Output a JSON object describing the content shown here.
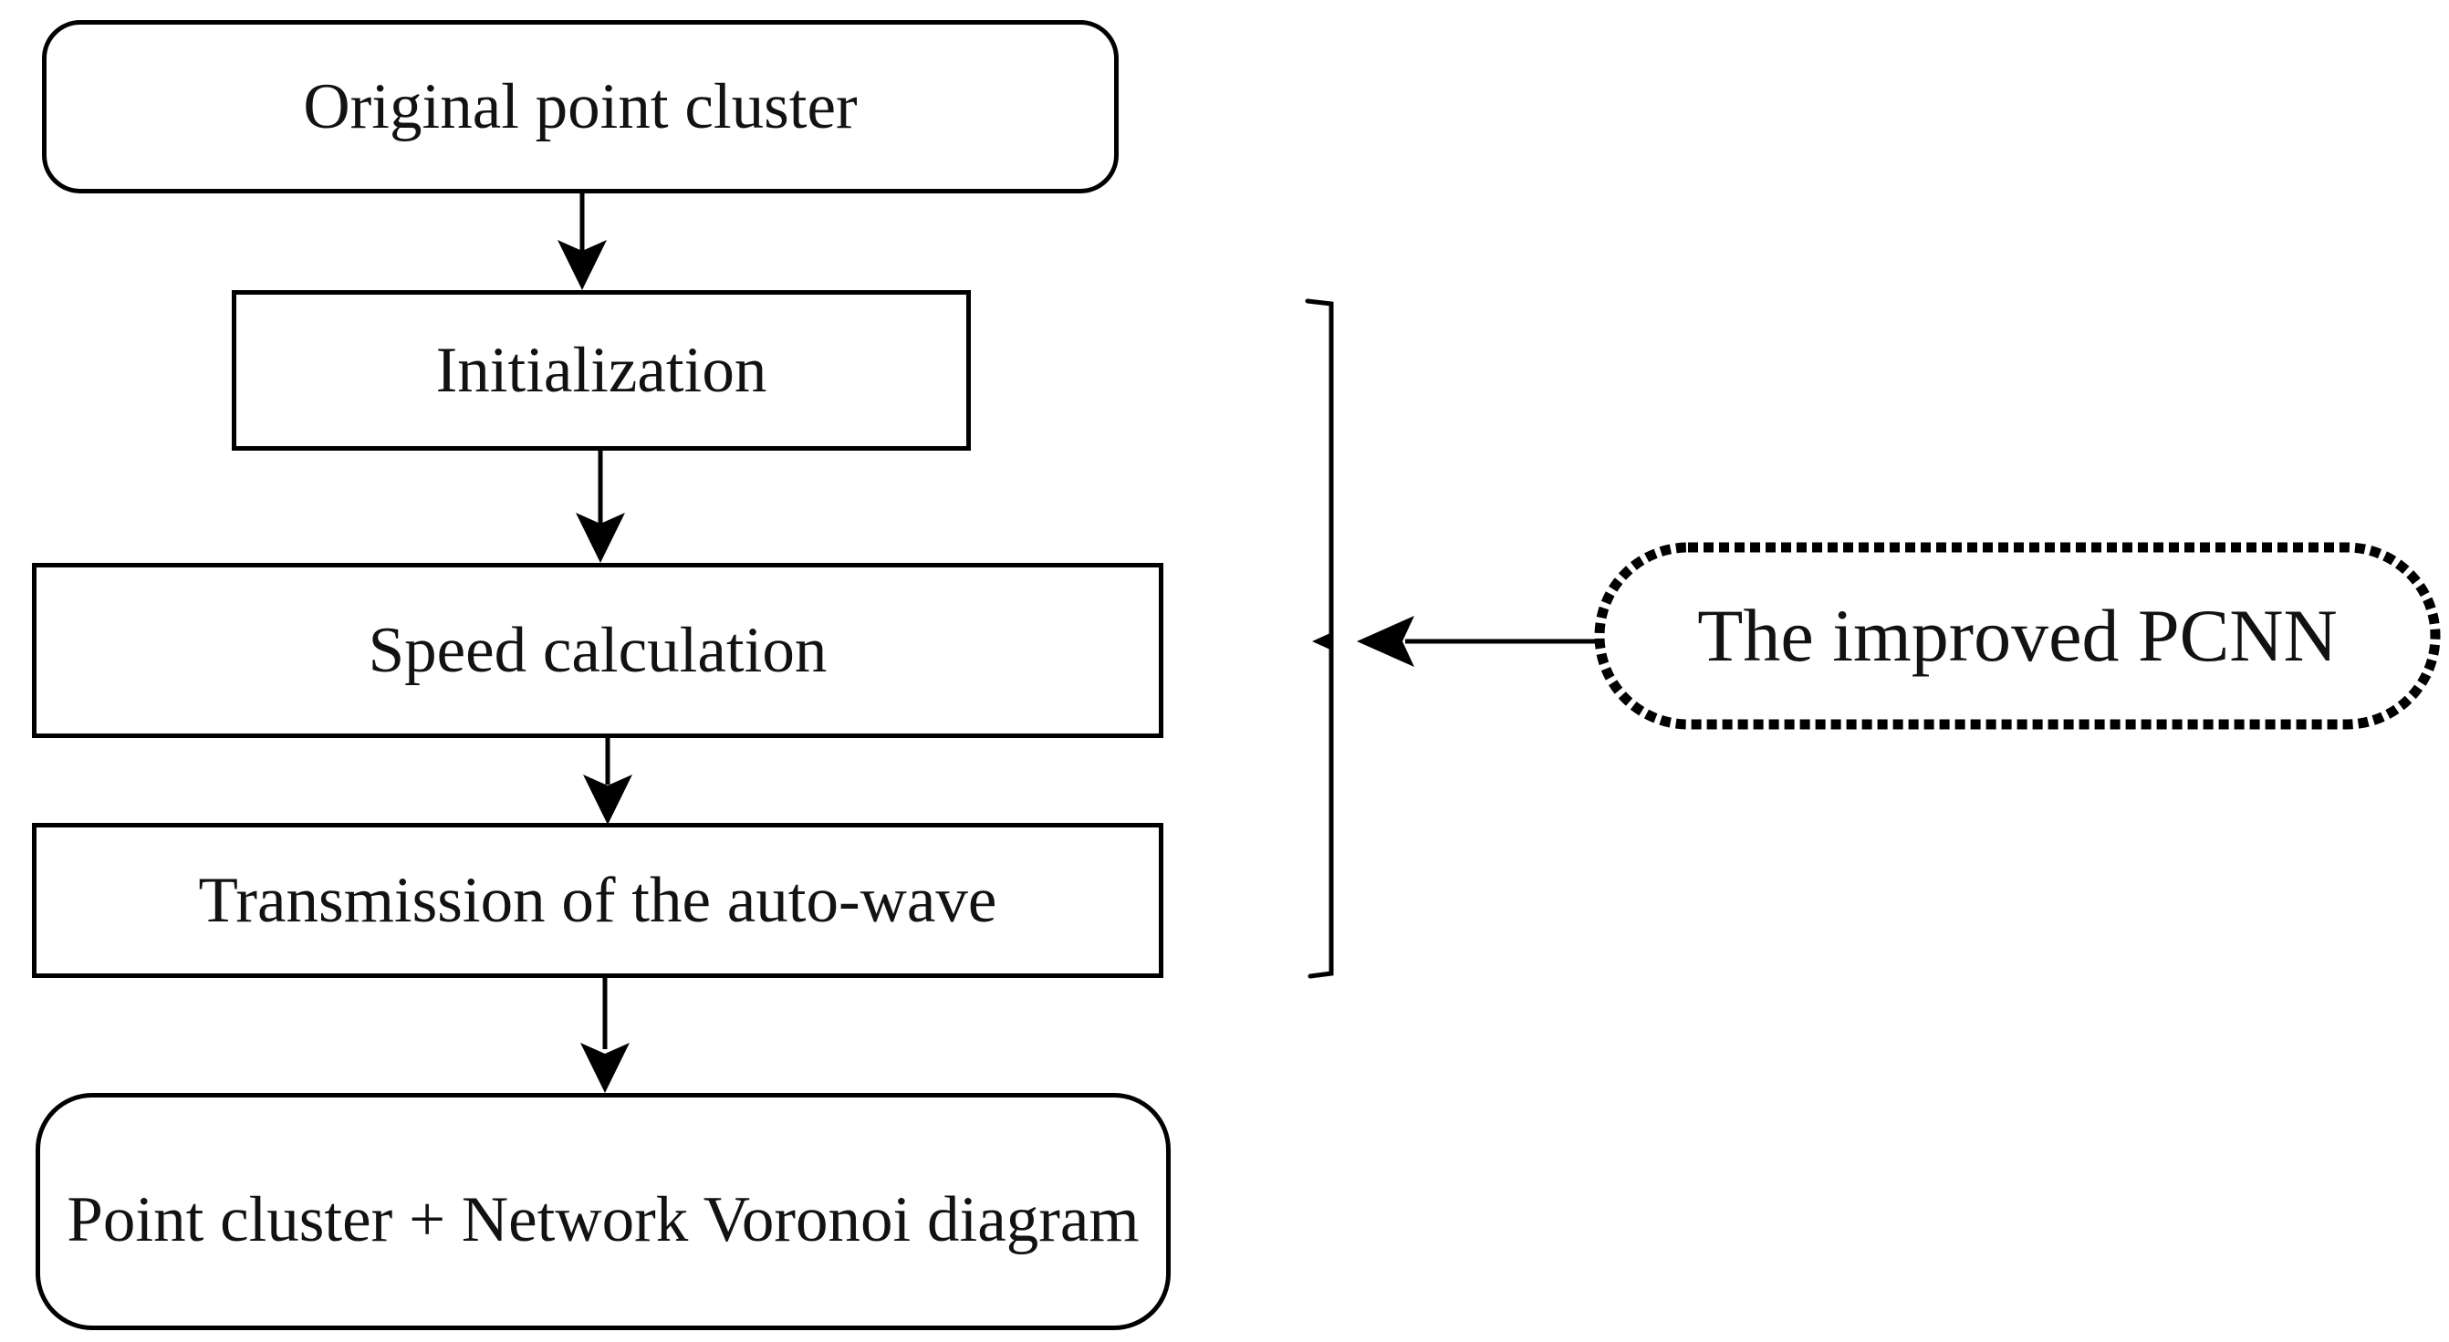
{
  "diagram": {
    "type": "flowchart",
    "background_color": "#ffffff",
    "stroke_color": "#000000",
    "text_color": "#121212",
    "nodes": [
      {
        "id": "original-point-cluster",
        "shape": "rounded-rectangle",
        "label": "Original point cluster"
      },
      {
        "id": "initialization",
        "shape": "rectangle",
        "label": "Initialization"
      },
      {
        "id": "speed-calculation",
        "shape": "rectangle",
        "label": "Speed calculation"
      },
      {
        "id": "transmission-of-the-auto-wave",
        "shape": "rectangle",
        "label": "Transmission of the auto-wave"
      },
      {
        "id": "point-cluster-network-voronoi",
        "shape": "rounded-rectangle",
        "label": "Point cluster + Network Voronoi diagram"
      }
    ],
    "edges": [
      {
        "from": "original-point-cluster",
        "to": "initialization",
        "style": "arrow-down"
      },
      {
        "from": "initialization",
        "to": "speed-calculation",
        "style": "arrow-down"
      },
      {
        "from": "speed-calculation",
        "to": "transmission-of-the-auto-wave",
        "style": "arrow-down"
      },
      {
        "from": "transmission-of-the-auto-wave",
        "to": "point-cluster-network-voronoi",
        "style": "arrow-down"
      }
    ],
    "annotation": {
      "id": "the-improved-pcnn",
      "shape": "dotted-stadium",
      "label": "The improved PCNN",
      "points_to": "bracket-spanning-initialization-through-transmission"
    }
  }
}
